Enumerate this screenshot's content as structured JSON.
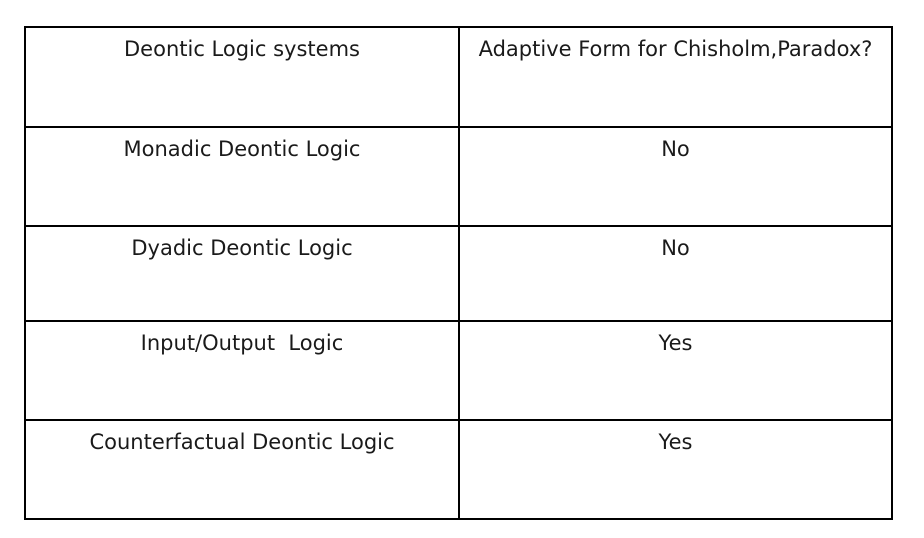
{
  "table": {
    "headers": [
      "Deontic Logic systems",
      "Adaptive Form for Chisholm,Paradox?"
    ],
    "rows": [
      [
        "Monadic Deontic Logic",
        "No"
      ],
      [
        "Dyadic Deontic Logic",
        "No"
      ],
      [
        "Input/Output  Logic",
        "Yes"
      ],
      [
        "Counterfactual Deontic Logic",
        "Yes"
      ]
    ]
  }
}
